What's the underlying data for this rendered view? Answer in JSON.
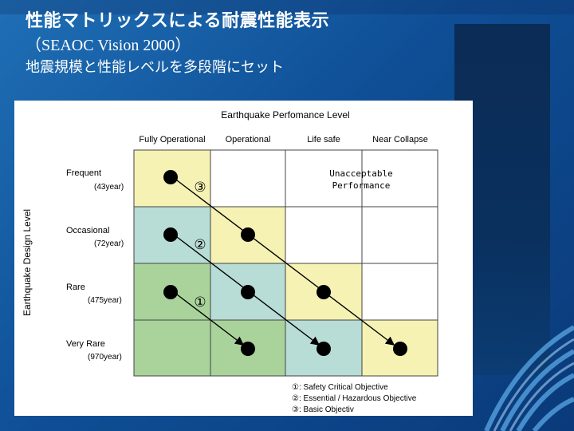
{
  "slide": {
    "title": "性能マトリックスによる耐震性能表示",
    "subtitle1": "（SEAOC Vision 2000）",
    "subtitle2": "地震規模と性能レベルを多段階にセット"
  },
  "diagram": {
    "top_title": "Earthquake Perfomance Level",
    "side_title": "Earthquake Design Level",
    "columns": [
      "Fully Operational",
      "Operational",
      "Life safe",
      "Near Collapse"
    ],
    "rows": [
      {
        "name": "Frequent",
        "period": "(43year)"
      },
      {
        "name": "Occasional",
        "period": "(72year)"
      },
      {
        "name": "Rare",
        "period": "(475year)"
      },
      {
        "name": "Very Rare",
        "period": "(970year)"
      }
    ],
    "unacceptable_line1": "Unacceptable",
    "unacceptable_line2": "Performance",
    "objective_markers": [
      "③",
      "②",
      "①"
    ],
    "legend": [
      "①: Safety Critical Objective",
      "②: Essential / Hazardous Objective",
      "③: Basic Objectiv"
    ],
    "colors": {
      "yellow": "#f5f2b4",
      "teal": "#b8dcd6",
      "green": "#a9d39b",
      "white": "#ffffff",
      "border": "#444444"
    }
  }
}
